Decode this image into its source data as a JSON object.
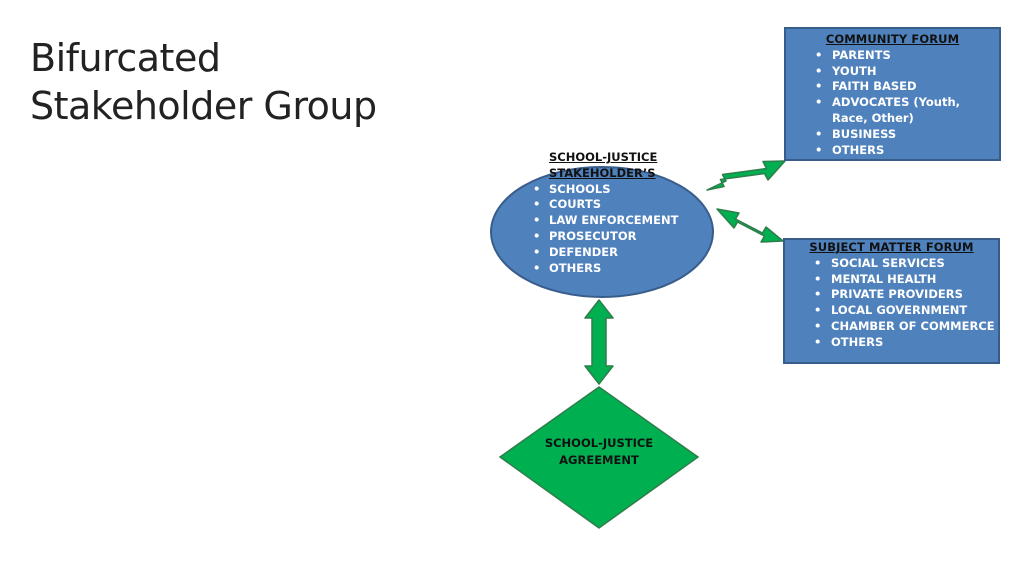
{
  "title": {
    "line1": "Bifurcated",
    "line2": "Stakeholder Group"
  },
  "community_forum": {
    "heading": "COMMUNITY FORUM",
    "items": [
      "PARENTS",
      "YOUTH",
      "FAITH BASED",
      "ADVOCATES (Youth, Race, Other)",
      "BUSINESS",
      "OTHERS"
    ]
  },
  "school_justice": {
    "heading_line1": "SCHOOL-JUSTICE",
    "heading_line2": "STAKEHOLDER’S",
    "items": [
      "SCHOOLS",
      "COURTS",
      "LAW ENFORCEMENT",
      "PROSECUTOR",
      "DEFENDER",
      "OTHERS"
    ]
  },
  "subject_matter_forum": {
    "heading": "SUBJECT MATTER FORUM",
    "items": [
      "SOCIAL SERVICES",
      "MENTAL HEALTH",
      "PRIVATE PROVIDERS",
      "LOCAL GOVERNMENT",
      "CHAMBER OF COMMERCE",
      "OTHERS"
    ]
  },
  "agreement": {
    "line1": "SCHOOL-JUSTICE",
    "line2": "AGREEMENT"
  },
  "colors": {
    "box_fill": "#4f81bd",
    "box_border": "#385d8a",
    "arrow_fill": "#00b050",
    "diamond_fill": "#00b050"
  }
}
